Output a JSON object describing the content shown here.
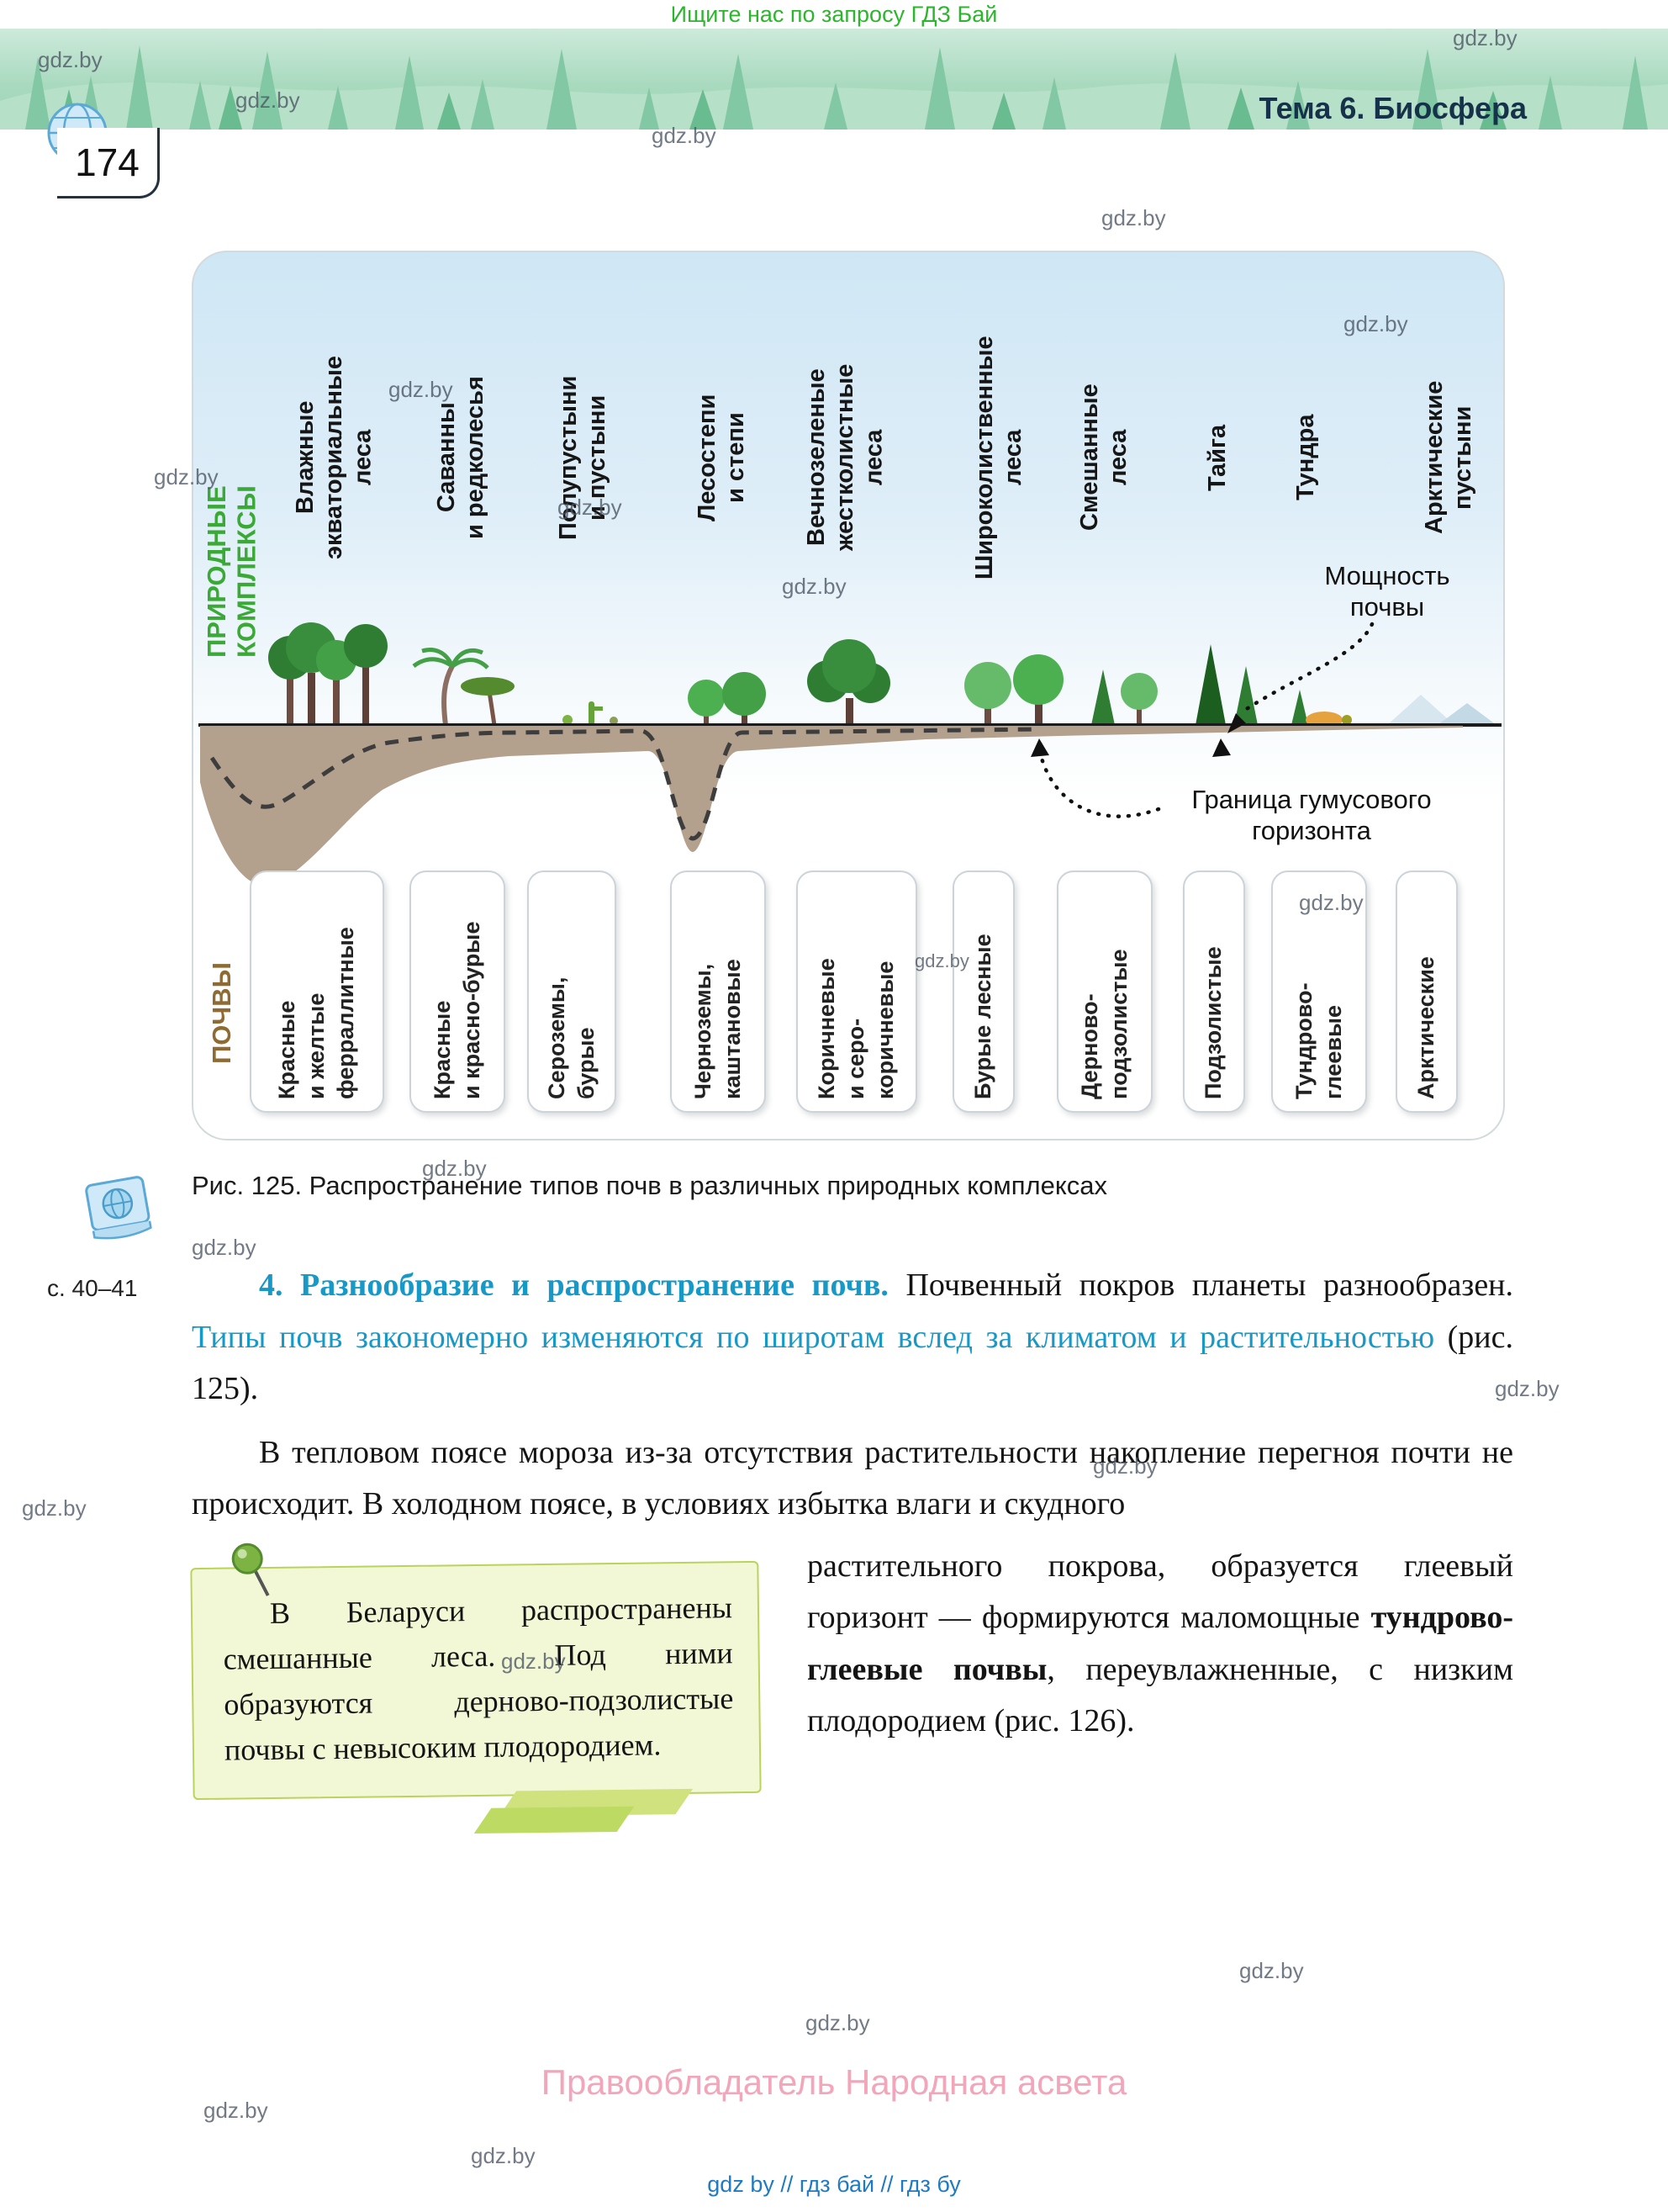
{
  "meta": {
    "watermark": "gdz.by"
  },
  "header": {
    "banner": "Ищите нас по запросу ГДЗ Бай",
    "page_number": "174",
    "theme": "Тема 6. Биосфера"
  },
  "figure": {
    "complexes_title": "ПРИРОДНЫЕ\nКОМПЛЕКСЫ",
    "soils_title": "ПОЧВЫ",
    "annotations": {
      "thickness": "Мощность\nпочвы",
      "humus": "Граница гумусового\nгоризонта"
    },
    "complexes": [
      "Влажные\nэкваториальные\nлеса",
      "Саванны\nи редколесья",
      "Полупустыни\nи пустыни",
      "Лесостепи\nи степи",
      "Вечнозеленые\nжестколистные\nлеса",
      "Широколиственные\nлеса",
      "Смешанные\nлеса",
      "Тайга",
      "Тундра",
      "Арктические\nпустыни"
    ],
    "soils": [
      "Красные\nи желтые\nферраллитные",
      "Красные\nи красно-бурые",
      "Сероземы,\nбурые",
      "Черноземы,\nкаштановые",
      "Коричневые\nи серо-\nкоричневые",
      "Бурые лесные",
      "Дерново-\nподзолистые",
      "Подзолистые",
      "Тундрово-\nглеевые",
      "Арктические"
    ]
  },
  "caption": {
    "text": "Рис. 125. Распространение типов почв в различных природных комплексах",
    "pages_ref": "с. 40–41"
  },
  "body": {
    "p1": {
      "num": "4.",
      "heading": "Разнообразие и распространение почв.",
      "t1": "Почвенный покров планеты разнообразен.",
      "teal": "Типы почв закономерно изменяются по широтам вслед за климатом и растительностью",
      "t2": "(рис. 125)."
    },
    "p2a": "В тепловом поясе мороза из-за отсутствия растительности накопление перегноя почти не происходит. В холодном поясе, в условиях избытка влаги и скудного",
    "p2b": {
      "pre": "растительного покрова, образуется глеевый горизонт — формируются маломощные",
      "bold": "тундрово-глеевые почвы",
      "post": ", переувлажненные, с низким плодородием (рис. 126)."
    },
    "note": "В Беларуси распространены смешанные леса. Под ними образуются дерново-подзолистые почвы с невысоким плодородием."
  },
  "footer": {
    "copyright": "Правообладатель Народная асвета",
    "links": "gdz by  //  гдз бай  //  гдз бу"
  }
}
